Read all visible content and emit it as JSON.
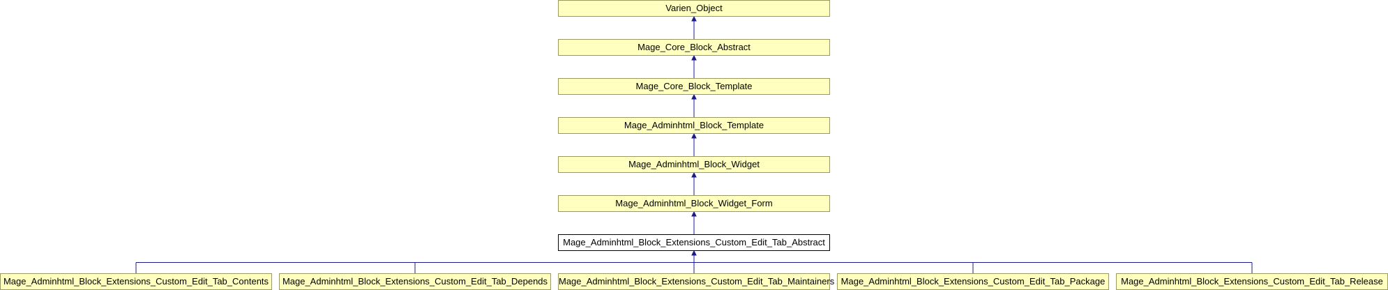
{
  "colors": {
    "node_fill": "#ffffc0",
    "node_border": "#9a9a60",
    "current_fill": "#ffffff",
    "current_border": "#000000",
    "edge": "#1a1a8c"
  },
  "nodes": {
    "varien_object": "Varien_Object",
    "core_block_abstract": "Mage_Core_Block_Abstract",
    "core_block_template": "Mage_Core_Block_Template",
    "adminhtml_block_template": "Mage_Adminhtml_Block_Template",
    "adminhtml_block_widget": "Mage_Adminhtml_Block_Widget",
    "adminhtml_block_widget_form": "Mage_Adminhtml_Block_Widget_Form",
    "tab_abstract": "Mage_Adminhtml_Block_Extensions_Custom_Edit_Tab_Abstract",
    "tab_contents": "Mage_Adminhtml_Block_Extensions_Custom_Edit_Tab_Contents",
    "tab_depends": "Mage_Adminhtml_Block_Extensions_Custom_Edit_Tab_Depends",
    "tab_maintainers": "Mage_Adminhtml_Block_Extensions_Custom_Edit_Tab_Maintainers",
    "tab_package": "Mage_Adminhtml_Block_Extensions_Custom_Edit_Tab_Package",
    "tab_release": "Mage_Adminhtml_Block_Extensions_Custom_Edit_Tab_Release"
  },
  "edges": [
    {
      "from": "core_block_abstract",
      "to": "varien_object"
    },
    {
      "from": "core_block_template",
      "to": "core_block_abstract"
    },
    {
      "from": "adminhtml_block_template",
      "to": "core_block_template"
    },
    {
      "from": "adminhtml_block_widget",
      "to": "adminhtml_block_template"
    },
    {
      "from": "adminhtml_block_widget_form",
      "to": "adminhtml_block_widget"
    },
    {
      "from": "tab_abstract",
      "to": "adminhtml_block_widget_form"
    },
    {
      "from": "tab_contents",
      "to": "tab_abstract"
    },
    {
      "from": "tab_depends",
      "to": "tab_abstract"
    },
    {
      "from": "tab_maintainers",
      "to": "tab_abstract"
    },
    {
      "from": "tab_package",
      "to": "tab_abstract"
    },
    {
      "from": "tab_release",
      "to": "tab_abstract"
    }
  ]
}
